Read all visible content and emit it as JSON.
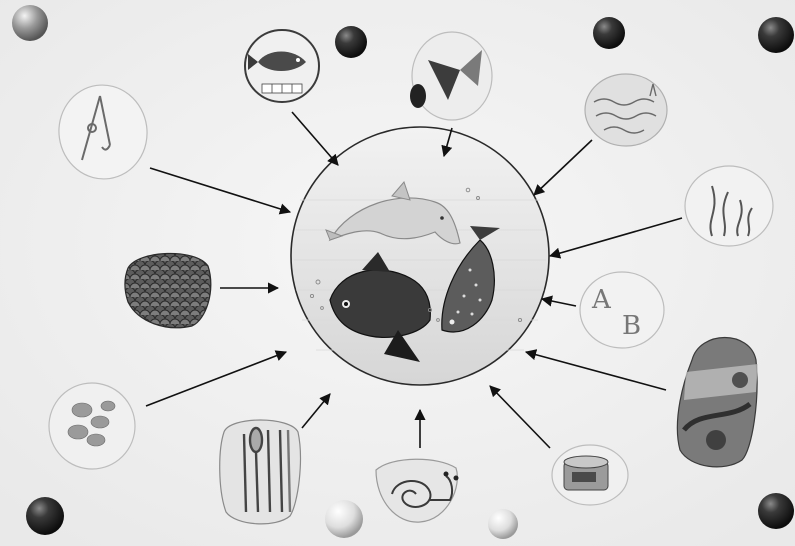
{
  "diagram": {
    "center": {
      "subject": "water-life-circle",
      "depicts": [
        "dolphin-icon",
        "perch-fish-icon",
        "trout-fish-icon",
        "air-bubbles-icon"
      ]
    },
    "surrounding_cards": [
      {
        "name": "fishing-rod-card",
        "icon": "fishing-rod-icon"
      },
      {
        "name": "fish-card",
        "icon": "fish-icon",
        "caption_chars": [
          "",
          "",
          "",
          ""
        ]
      },
      {
        "name": "fish-tail-card",
        "icon": "fish-tail-icon"
      },
      {
        "name": "water-waves-card",
        "icon": "waves-icon"
      },
      {
        "name": "seaweed-card",
        "icon": "seaweed-icon"
      },
      {
        "name": "letters-card",
        "icon": "letters-icon",
        "letters": [
          "A",
          "B"
        ]
      },
      {
        "name": "river-landscape-card",
        "icon": "landscape-icon"
      },
      {
        "name": "tin-can-card",
        "icon": "tin-can-icon"
      },
      {
        "name": "snail-card",
        "icon": "snail-icon"
      },
      {
        "name": "cutlery-card",
        "icon": "cutlery-icon"
      },
      {
        "name": "roe-card",
        "icon": "roe-icon"
      },
      {
        "name": "fish-scales-card",
        "icon": "fish-scales-icon"
      }
    ],
    "colors": {
      "paper": "#f6f6f6",
      "ink": "#1a1a1a",
      "pin": "#2a2a2a"
    }
  }
}
